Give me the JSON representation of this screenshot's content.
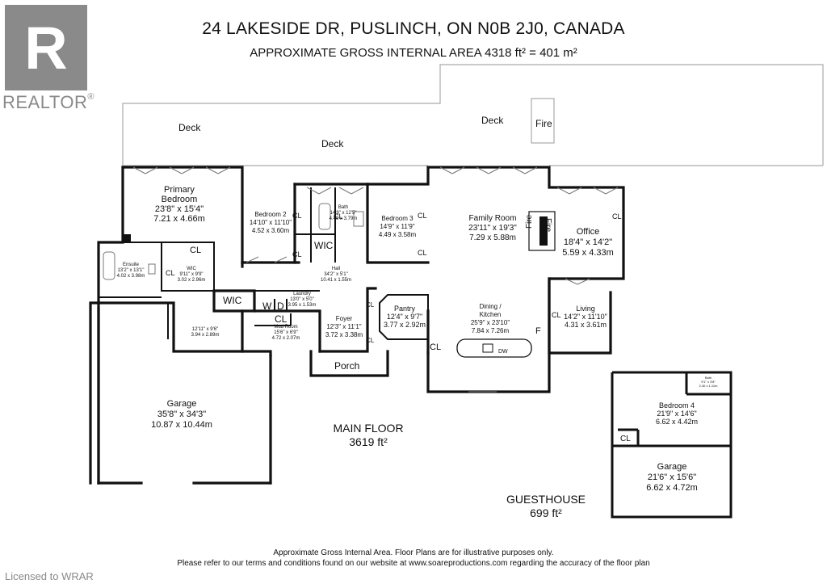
{
  "header": {
    "address": "24 LAKESIDE DR, PUSLINCH, ON N0B 2J0, CANADA",
    "area": "APPROXIMATE GROSS INTERNAL AREA 4318 ft² = 401 m²"
  },
  "logo": {
    "text": "REALTOR",
    "mark": "R",
    "registered": "®"
  },
  "floors": {
    "main": {
      "name": "MAIN FLOOR",
      "area": "3619 ft²"
    },
    "guest": {
      "name": "GUESTHOUSE",
      "area": "699 ft²"
    }
  },
  "labels": {
    "deck": "Deck",
    "fire": "Fire",
    "cl": "CL",
    "wic": "WIC",
    "w": "W",
    "d": "D",
    "f": "F",
    "dw": "DW",
    "porch": "Porch"
  },
  "rooms": {
    "primary": {
      "name1": "Primary",
      "name2": "Bedroom",
      "imp": "23'8\" x 15'4\"",
      "met": "7.21 x 4.66m"
    },
    "bedroom2": {
      "name": "Bedroom 2",
      "imp": "14'10\" x 11'10\"",
      "met": "4.52 x 3.60m"
    },
    "bath": {
      "name": "Bath",
      "imp": "14'9\" x 12'5\"",
      "met": "4.49 x 3.79m"
    },
    "bedroom3": {
      "name": "Bedroom 3",
      "imp": "14'9\" x 11'9\"",
      "met": "4.49 x 3.58m"
    },
    "family": {
      "name": "Family Room",
      "imp": "23'11\" x 19'3\"",
      "met": "7.29 x 5.88m"
    },
    "office": {
      "name": "Office",
      "imp": "18'4\" x 14'2\"",
      "met": "5.59 x 4.33m"
    },
    "ensuite": {
      "name": "Ensuite",
      "imp": "13'2\" x 13'1\"",
      "met": "4.02 x 3.98m"
    },
    "wic": {
      "name": "WIC",
      "imp": "9'11\" x 9'9\"",
      "met": "3.02 x 2.96m"
    },
    "hall": {
      "name": "Hall",
      "imp": "34'2\" x 5'1\"",
      "met": "10.41 x 1.55m"
    },
    "laundry": {
      "name": "Laundry",
      "imp": "13'0\" x 5'0\"",
      "met": "3.95 x 1.53m"
    },
    "pantry": {
      "name": "Pantry",
      "imp": "12'4\" x 9'7\"",
      "met": "3.77 x 2.92m"
    },
    "dining": {
      "name1": "Dining /",
      "name2": "Kitchen",
      "imp": "25'9\" x 23'10\"",
      "met": "7.84 x 7.26m"
    },
    "living": {
      "name": "Living",
      "imp": "14'2\" x 11'10\"",
      "met": "4.31 x 3.61m"
    },
    "room12": {
      "imp": "12'11\" x 9'6\"",
      "met": "3.94 x 2.89m"
    },
    "mud": {
      "name": "Mud Room",
      "imp": "15'6\" x 6'9\"",
      "met": "4.72 x 2.07m"
    },
    "foyer": {
      "name": "Foyer",
      "imp": "12'3\" x 11'1\"",
      "met": "3.72 x 3.38m"
    },
    "garage": {
      "name": "Garage",
      "imp": "35'8\" x 34'3\"",
      "met": "10.87 x 10.44m"
    },
    "bedroom4": {
      "name": "Bedroom 4",
      "imp": "21'9\" x 14'6\"",
      "met": "6.62 x 4.42m"
    },
    "gbath": {
      "name": "Bath",
      "imp": "9'1\" x 3'8\"",
      "met": "2.40 x 1.11m"
    },
    "garage2": {
      "name": "Garage",
      "imp": "21'6\" x 15'6\"",
      "met": "6.62 x 4.72m"
    }
  },
  "footer": {
    "line1": "Approximate Gross Internal Area. Floor Plans are for illustrative purposes only.",
    "line2": "Please refer to our terms and conditions found on our website at www.soareproductions.com regarding the accuracy of the floor plan",
    "licensed": "Licensed to WRAR"
  }
}
